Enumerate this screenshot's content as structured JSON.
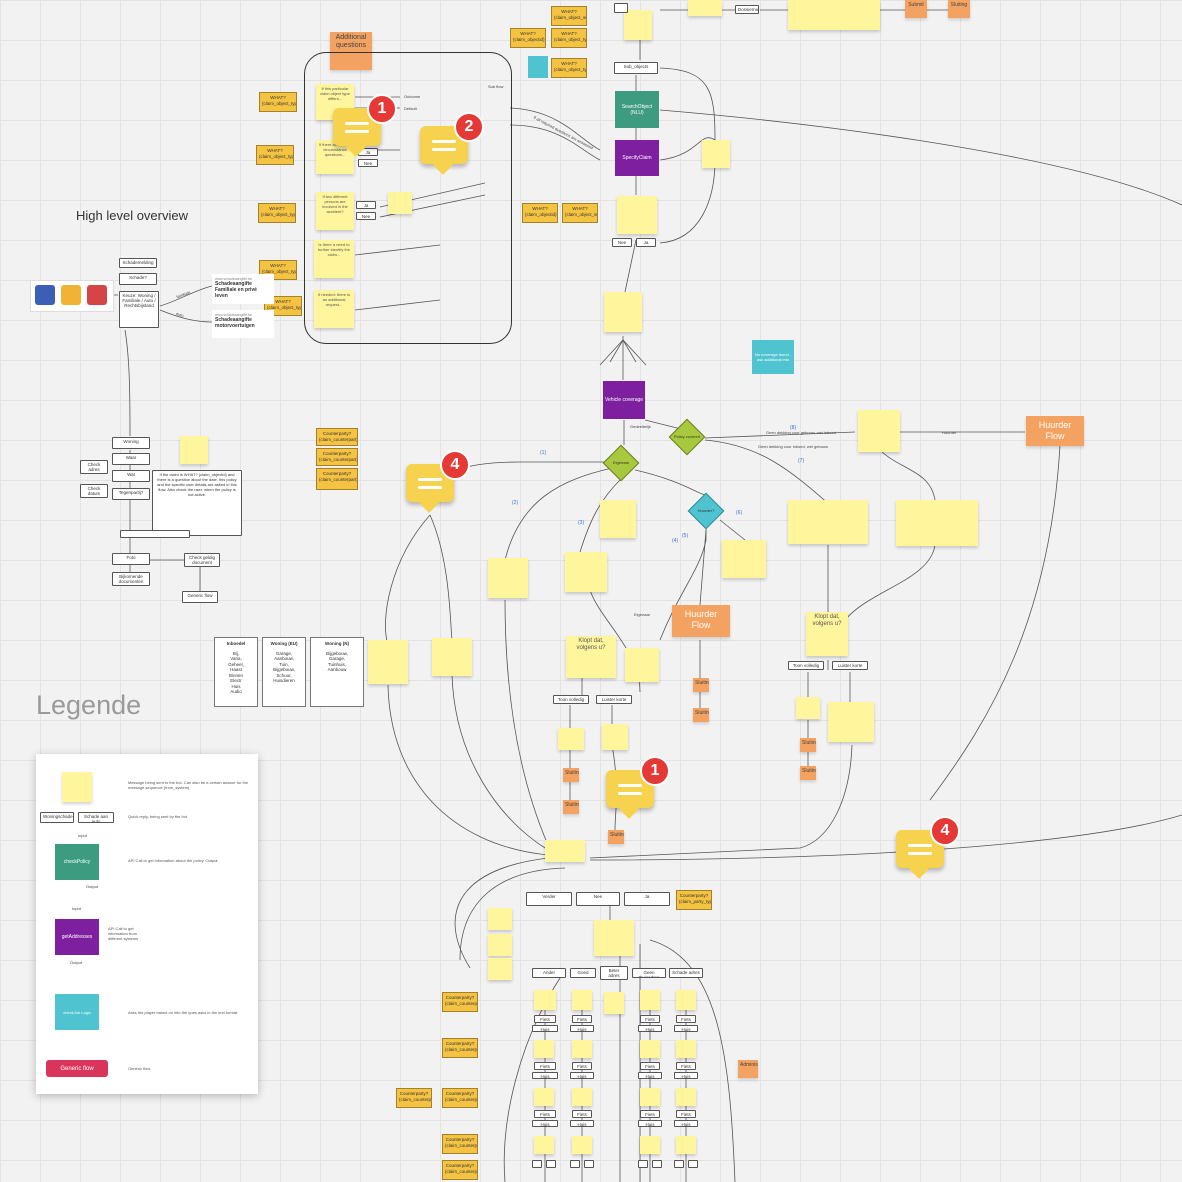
{
  "headings": {
    "overview": "High level overview",
    "legend": "Legende"
  },
  "top": {
    "nodes": [
      "Dossiernummer",
      "Submit",
      "Sluiting"
    ],
    "mid_yellow": [
      "WHAT? (claim_objectid)",
      "WHAT? (claim_object_subtype)"
    ],
    "mid_yellow2": [
      "WHAT? (claim_object_type)",
      "WHAT? (claim_object_type)"
    ],
    "sub_process": "Sub_objects",
    "search_policy": "SearchObject (NLU)",
    "specify_claim": "SpecifyClaim",
    "no_button": "Nee",
    "yes_button": "Ja"
  },
  "additional_questions": {
    "title": "Additional questions",
    "outcomes": [
      "Outcome",
      "Default",
      "Sub flow"
    ],
    "conditions": [
      "If this particular claim object type differs...",
      "If there are further circumstance questions...",
      "If two different persons are involved in the accident?",
      "Is there a need to further identify the claim...",
      "If needed: there is an additional request..."
    ],
    "labels": [
      "WHAT? (claim_object_type)",
      "WHAT? (claim_object_type)",
      "WHAT? (claim_object_type)",
      "WHAT? (claim_object_type)",
      "WHAT? (claim_object_type)"
    ],
    "branch_labels": [
      "Ja",
      "Nee",
      "Ja",
      "Nee"
    ],
    "arrow_label": "If all required questions are answered"
  },
  "overview": {
    "start_box": "Schademelding",
    "sub_start": "Schade?",
    "choice": "Keuze: Woning / Familiale / Auto / Rechtsbijstand",
    "card1_title": "Schadeaangifte Familiale en privé leven",
    "card1_sub": "www.schadeaangifte.be",
    "card2_title": "Schadeaangifte motorvoertuigen",
    "card2_sub": "www.schadeaangifte.be",
    "branch1": "familiale",
    "branch2": "auto"
  },
  "left_flow": {
    "nodes": [
      "Woning",
      "Waar",
      "Wat",
      "Tegenpartij?"
    ],
    "side_nodes": [
      "Check adres",
      "Check datum"
    ],
    "explanation": "If the claim is WHAT? (claim_objectid) and there is a question about the date, this policy and the specific user details are asked in this flow. Also check the user, when the policy is not active.",
    "tail_nodes": [
      "Foto",
      "Bijkomende documenten"
    ],
    "check_label": "Check geldig document",
    "end_label": "Generic flow"
  },
  "vehicle": {
    "node": "Vehicle coverage",
    "info_note": "No coverage found - ask additional info",
    "diamonds": [
      "Huurder?",
      "Policy covered",
      "Eigenaar"
    ],
    "huurder_flow": "Huurder Flow",
    "huurder_flow_2": "Huurder Flow",
    "edge_labels": [
      "Geen dekking voor gebouw, wel inboed",
      "Geen dekking voor inboed, wel gebouw",
      "Huurder",
      "Eigenaar",
      "Gedeeltelijk"
    ],
    "nums": [
      "(1)",
      "(2)",
      "(3)",
      "(4)",
      "(5)",
      "(6)",
      "(7)",
      "(8)"
    ],
    "question_label": "Klopt dat, volgens u?",
    "ja_nee": [
      "Toon volledig",
      "Luister korte"
    ],
    "orange_small": [
      "Sluiting",
      "Sluiting",
      "Sluiting",
      "Sluiting",
      "Sluiting",
      "Sluiting"
    ]
  },
  "cover_table": {
    "headers": [
      "Inboedel",
      "Woning (EU)",
      "Woning (N)"
    ],
    "rows": [
      "Bij,\nVaria,\nGeheel,\nHaast\nBinnen\nElectr\nHuis\nAudio",
      "Garage,\nAanbouw,\nTuin,\nBijgebouw,\nSchuur,\nHuisdieren",
      "Bijgebouw,\nGarage,\nTuinhuis,\nAanbouw"
    ]
  },
  "yellow_column": [
    "Counterparty? (claim_counterpart)",
    "Counterparty? (claim_counterpart)",
    "Counterparty? (claim_counterpart)",
    "Counterparty? (claim_counterpart)"
  ],
  "bottom": {
    "tabs": [
      "Verder",
      "Nee",
      "Ja"
    ],
    "tags": [
      "Ander",
      "Goed",
      "Beter adres",
      "Geen thuisadres",
      "Schade adres"
    ],
    "counterparty": "Counterparty? (claim_party_type)",
    "sub_items": [
      "Fiets",
      "Huis",
      "Fiets",
      "Huis",
      "Fiets",
      "Huis"
    ],
    "admin": "Administratief"
  },
  "legend": {
    "items": [
      "Message being sent to the bot. Can also be a certain answer for the message sequence (from_system)",
      "Quick reply, being sent by the bot",
      "API Call to get information about the policy. Output",
      "API Call to get information from different systems",
      "Asks the player based on info the ques asks in the text format",
      "Generic flow"
    ],
    "quick1": "Woningschade",
    "quick2": "Schade aan auto",
    "check_policy": "checkPolicy",
    "get_addresses": "getAddresses",
    "check_job": "checkJob Logic",
    "generic_flow": "Generic flow",
    "input": "Input",
    "output": "Output"
  },
  "comments": [
    "1",
    "2",
    "4",
    "1",
    "4"
  ],
  "colors": {
    "sticky": "#fff59c",
    "yellow": "#f5c342",
    "orange": "#f4a261",
    "green": "#3d9b7f",
    "purple": "#7e1fa0",
    "teal": "#4fc3cf",
    "badge": "#e53935",
    "generic": "#d9345c"
  }
}
